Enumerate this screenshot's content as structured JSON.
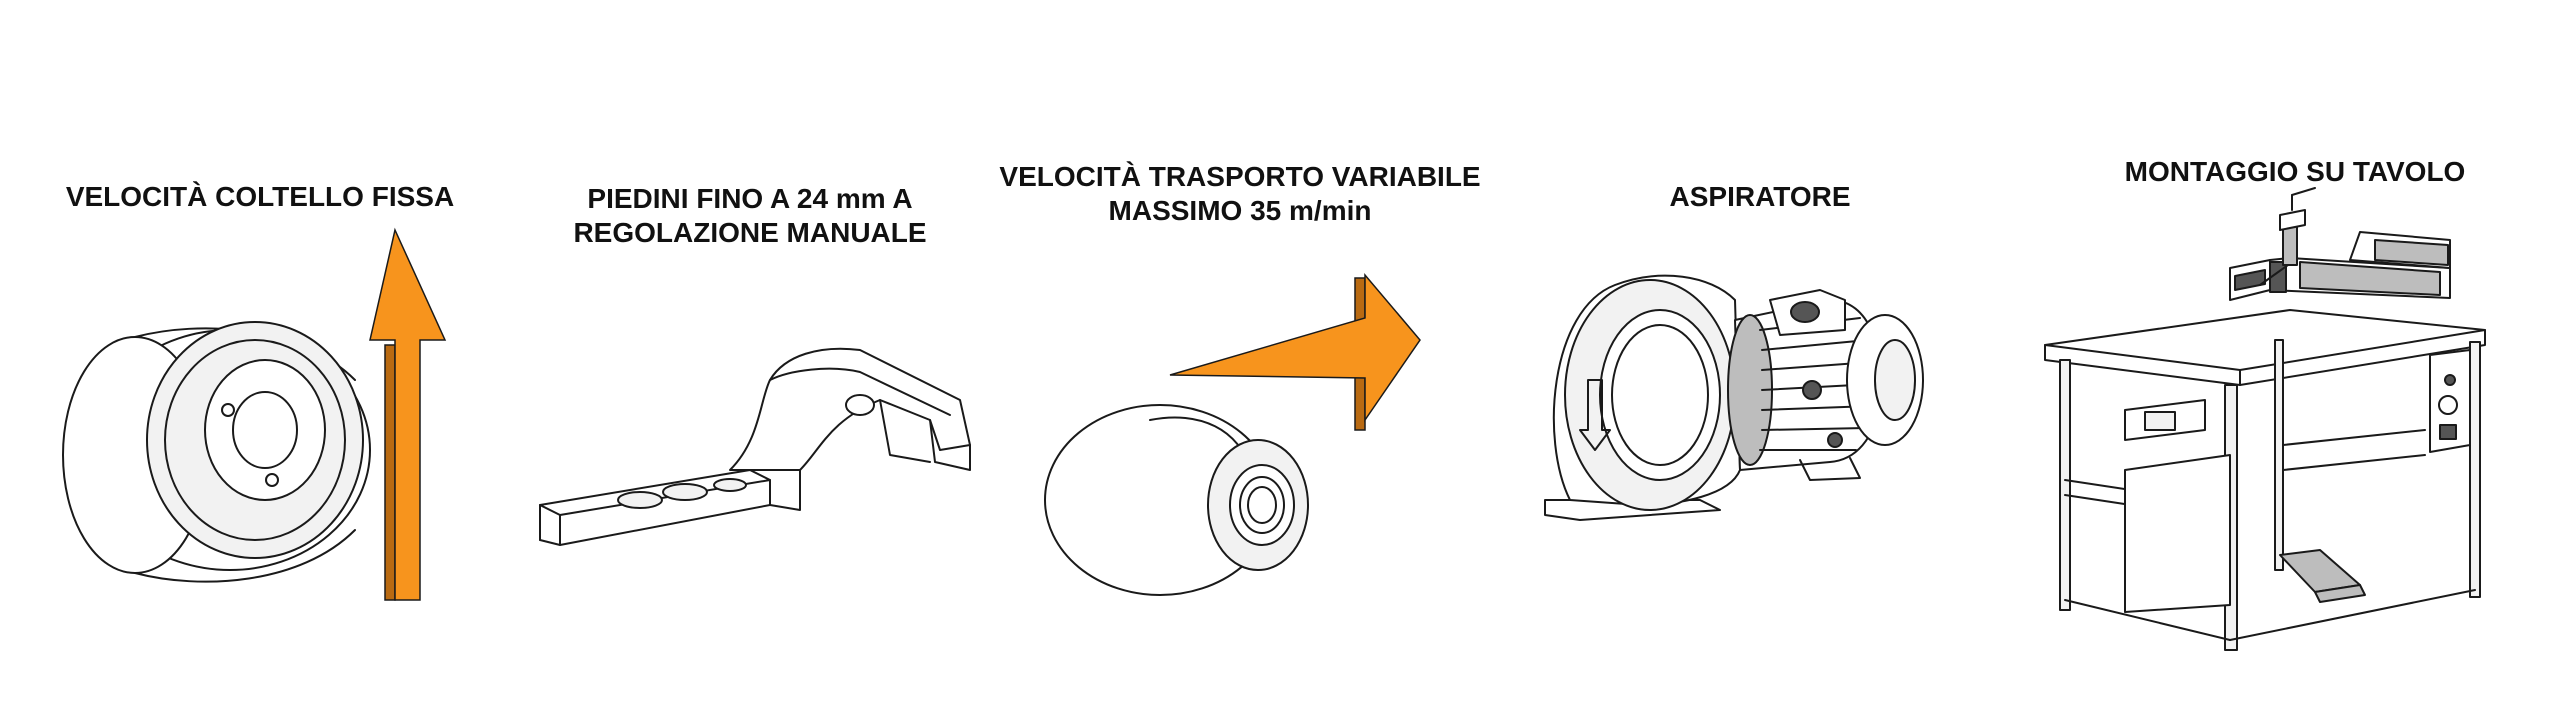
{
  "features": [
    {
      "id": "knife",
      "lines": [
        "VELOCITÀ COLTELLO FISSA"
      ]
    },
    {
      "id": "feet",
      "lines": [
        "PIEDINI FINO A 24 mm A",
        "REGOLAZIONE MANUALE"
      ]
    },
    {
      "id": "transport",
      "lines": [
        "VELOCITÀ TRASPORTO VARIABILE",
        "MASSIMO 35 m/min"
      ]
    },
    {
      "id": "aspirator",
      "lines": [
        "ASPIRATORE"
      ]
    },
    {
      "id": "table",
      "lines": [
        "MONTAGGIO SU TAVOLO"
      ]
    }
  ],
  "colors": {
    "arrow": "#f7941d",
    "arrow_shade": "#b96a12",
    "line": "#1a1a1a"
  }
}
